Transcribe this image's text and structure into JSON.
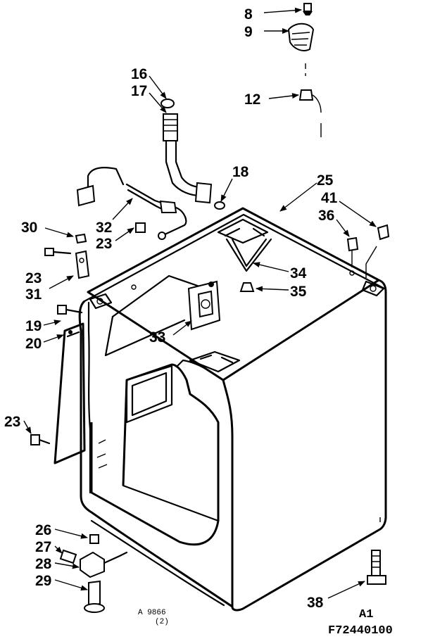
{
  "callouts": {
    "c8": "8",
    "c9": "9",
    "c12": "12",
    "c16": "16",
    "c17": "17",
    "c18": "18",
    "c25": "25",
    "c41": "41",
    "c36": "36",
    "c30": "30",
    "c32": "32",
    "c23a": "23",
    "c23b": "23",
    "c31": "31",
    "c34": "34",
    "c35": "35",
    "c19": "19",
    "c20": "20",
    "c33": "33",
    "c23c": "23",
    "c26": "26",
    "c27": "27",
    "c28": "28",
    "c29": "29",
    "c38": "38"
  },
  "footer": {
    "stamp": "A 9866",
    "stamp_sub": "(2)",
    "sheet": "A1",
    "part_code": "F72440100"
  }
}
